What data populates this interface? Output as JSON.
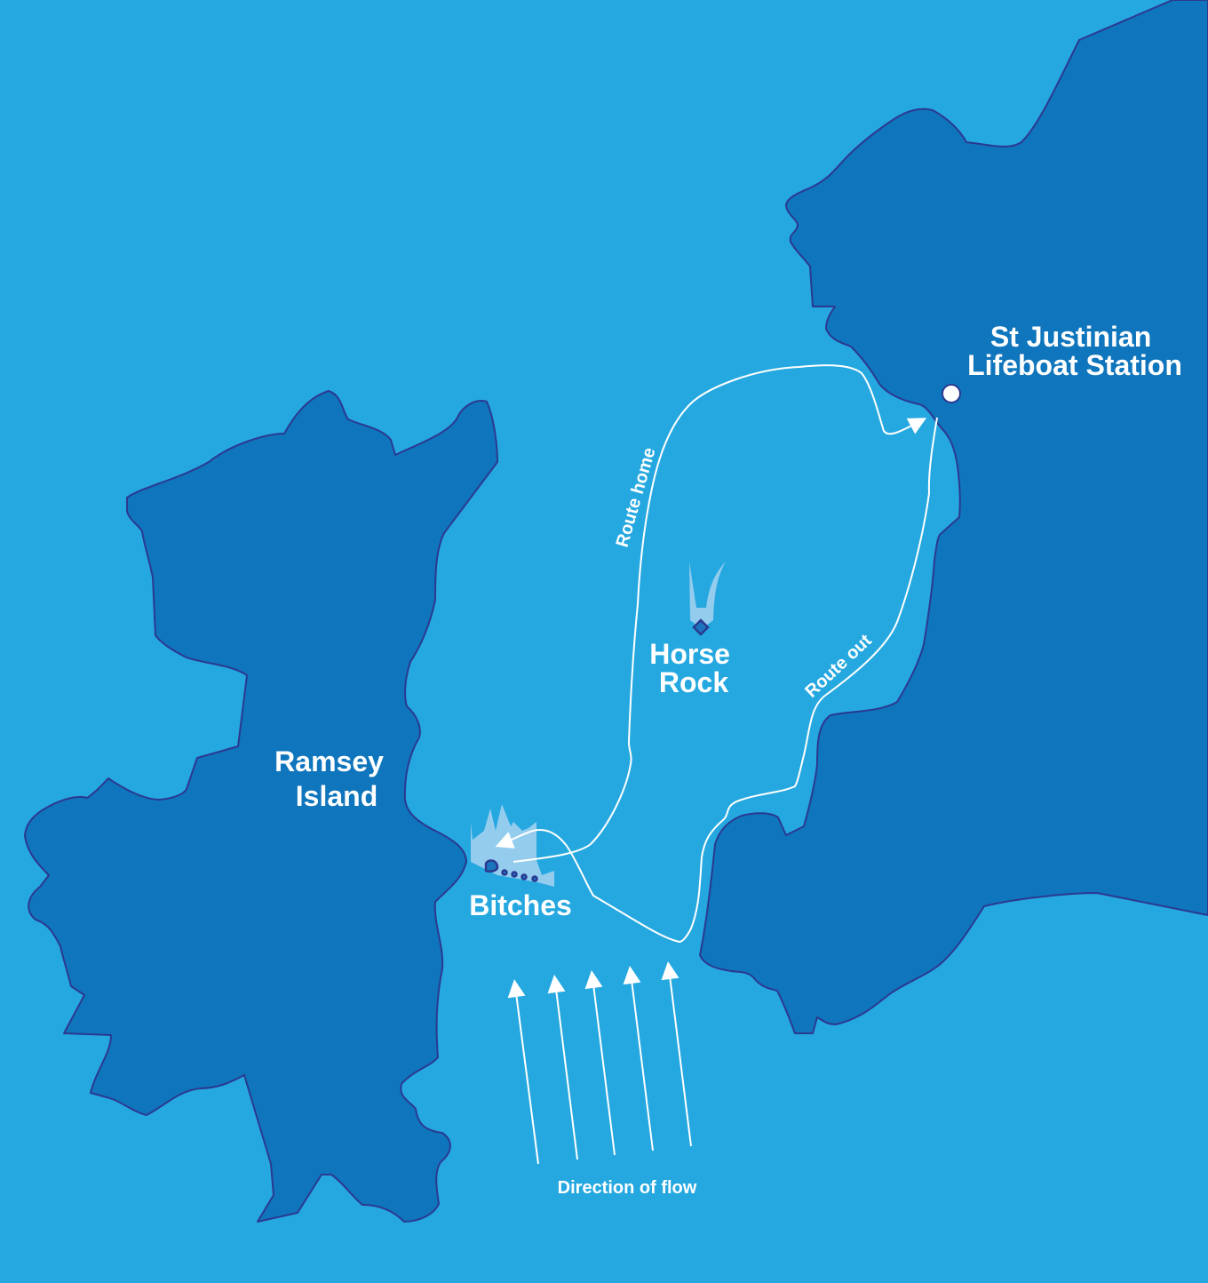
{
  "map": {
    "colors": {
      "sea": "#25a8e0",
      "land": "#0f75bc",
      "coastline": "#2b3990",
      "route": "#ffffff",
      "hazard": "#a8d2f0"
    },
    "places": {
      "ramsey_island": [
        "Ramsey",
        "Island"
      ],
      "lifeboat_station": [
        "St Justinian",
        "Lifeboat Station"
      ],
      "horse_rock": [
        "Horse",
        "Rock"
      ],
      "bitches": "Bitches"
    },
    "routes": {
      "home": "Route home",
      "out": "Route out"
    },
    "flow_label": "Direction of flow"
  }
}
